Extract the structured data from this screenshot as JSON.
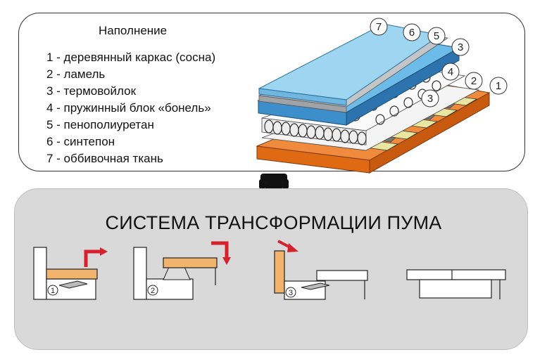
{
  "legend": {
    "title": "Наполнение",
    "items": [
      "1 - деревянный каркас (сосна)",
      "2 - ламель",
      "3 - термовойлок",
      "4 - пружинный блок «бонель»",
      "5 - пенополиуретан",
      "6 - синтепон",
      "7 - оббивочная ткань"
    ]
  },
  "layer_markers": [
    "1",
    "2",
    "3",
    "3",
    "4",
    "5",
    "6",
    "7"
  ],
  "system": {
    "title": "СИСТЕМА ТРАНСФОРМАЦИИ ПУМА",
    "steps": [
      "1",
      "2",
      "3"
    ]
  },
  "colors": {
    "frame": "#e8731c",
    "lamel": "#e9e6a0",
    "foam": "#5fb0e0",
    "fabric": "#8ecfee",
    "sinteppon": "#a9acae",
    "arrow": "#d6222f",
    "seat": "#f2b46c",
    "panel": "#d9d9d9"
  }
}
